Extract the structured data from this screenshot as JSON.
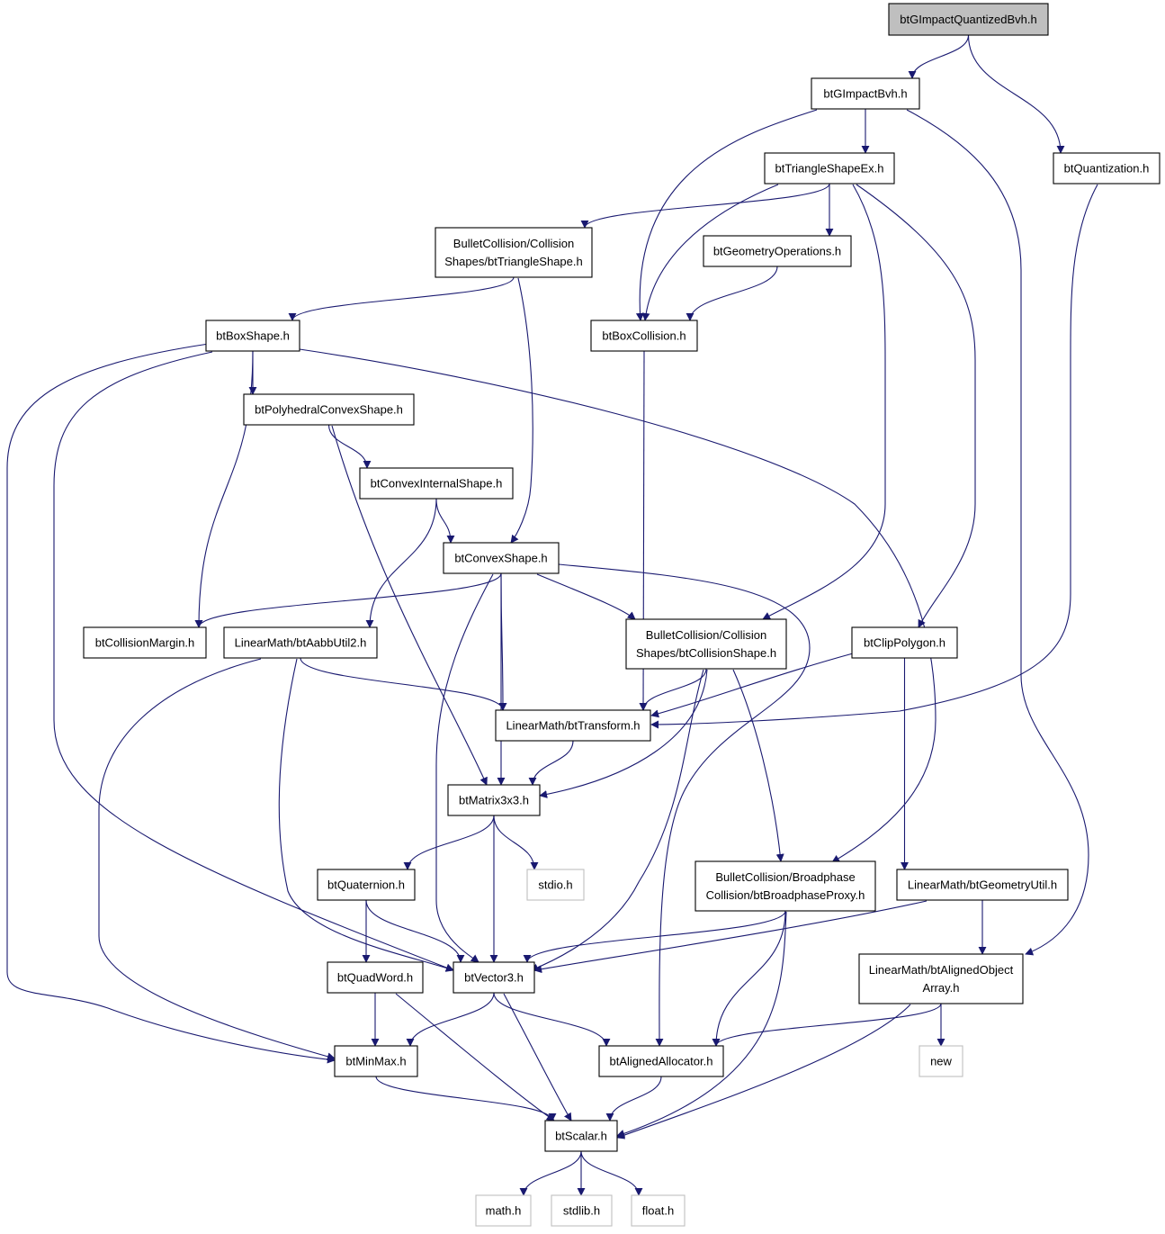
{
  "colors": {
    "edge": "#191970",
    "root_fill": "#bfbfbf",
    "node_border": "#000000",
    "external_border": "#bfbfbf"
  },
  "nodes": [
    {
      "id": "root",
      "lines": [
        "btGImpactQuantizedBvh.h"
      ],
      "kind": "root"
    },
    {
      "id": "gimpactbvh",
      "lines": [
        "btGImpactBvh.h"
      ],
      "kind": "normal"
    },
    {
      "id": "quantization",
      "lines": [
        "btQuantization.h"
      ],
      "kind": "normal"
    },
    {
      "id": "triangleshapeex",
      "lines": [
        "btTriangleShapeEx.h"
      ],
      "kind": "normal"
    },
    {
      "id": "bc_triangleshape",
      "lines": [
        "BulletCollision/Collision",
        "Shapes/btTriangleShape.h"
      ],
      "kind": "normal"
    },
    {
      "id": "geometryops",
      "lines": [
        "btGeometryOperations.h"
      ],
      "kind": "normal"
    },
    {
      "id": "boxshape",
      "lines": [
        "btBoxShape.h"
      ],
      "kind": "normal"
    },
    {
      "id": "boxcollision",
      "lines": [
        "btBoxCollision.h"
      ],
      "kind": "normal"
    },
    {
      "id": "polyhedral",
      "lines": [
        "btPolyhedralConvexShape.h"
      ],
      "kind": "normal"
    },
    {
      "id": "convexinternal",
      "lines": [
        "btConvexInternalShape.h"
      ],
      "kind": "normal"
    },
    {
      "id": "convexshape",
      "lines": [
        "btConvexShape.h"
      ],
      "kind": "normal"
    },
    {
      "id": "collisionmargin",
      "lines": [
        "btCollisionMargin.h"
      ],
      "kind": "normal"
    },
    {
      "id": "aabbutil",
      "lines": [
        "LinearMath/btAabbUtil2.h"
      ],
      "kind": "normal"
    },
    {
      "id": "bc_collisionshape",
      "lines": [
        "BulletCollision/Collision",
        "Shapes/btCollisionShape.h"
      ],
      "kind": "normal"
    },
    {
      "id": "clippolygon",
      "lines": [
        "btClipPolygon.h"
      ],
      "kind": "normal"
    },
    {
      "id": "transform",
      "lines": [
        "LinearMath/btTransform.h"
      ],
      "kind": "normal"
    },
    {
      "id": "matrix3x3",
      "lines": [
        "btMatrix3x3.h"
      ],
      "kind": "normal"
    },
    {
      "id": "quaternion",
      "lines": [
        "btQuaternion.h"
      ],
      "kind": "normal"
    },
    {
      "id": "stdio",
      "lines": [
        "stdio.h"
      ],
      "kind": "external"
    },
    {
      "id": "broadphaseproxy",
      "lines": [
        "BulletCollision/Broadphase",
        "Collision/btBroadphaseProxy.h"
      ],
      "kind": "normal"
    },
    {
      "id": "geometryutil",
      "lines": [
        "LinearMath/btGeometryUtil.h"
      ],
      "kind": "normal"
    },
    {
      "id": "quadword",
      "lines": [
        "btQuadWord.h"
      ],
      "kind": "normal"
    },
    {
      "id": "vector3",
      "lines": [
        "btVector3.h"
      ],
      "kind": "normal"
    },
    {
      "id": "alignedobjarray",
      "lines": [
        "LinearMath/btAlignedObject",
        "Array.h"
      ],
      "kind": "normal"
    },
    {
      "id": "minmax",
      "lines": [
        "btMinMax.h"
      ],
      "kind": "normal"
    },
    {
      "id": "alignedalloc",
      "lines": [
        "btAlignedAllocator.h"
      ],
      "kind": "normal"
    },
    {
      "id": "new",
      "lines": [
        "new"
      ],
      "kind": "external"
    },
    {
      "id": "scalar",
      "lines": [
        "btScalar.h"
      ],
      "kind": "normal"
    },
    {
      "id": "math",
      "lines": [
        "math.h"
      ],
      "kind": "external"
    },
    {
      "id": "stdlib",
      "lines": [
        "stdlib.h"
      ],
      "kind": "external"
    },
    {
      "id": "float",
      "lines": [
        "float.h"
      ],
      "kind": "external"
    }
  ],
  "edges": [
    [
      "root",
      "gimpactbvh"
    ],
    [
      "root",
      "quantization"
    ],
    [
      "gimpactbvh",
      "triangleshapeex"
    ],
    [
      "gimpactbvh",
      "boxcollision"
    ],
    [
      "gimpactbvh",
      "alignedobjarray"
    ],
    [
      "quantization",
      "transform"
    ],
    [
      "triangleshapeex",
      "bc_triangleshape"
    ],
    [
      "triangleshapeex",
      "geometryops"
    ],
    [
      "triangleshapeex",
      "boxcollision"
    ],
    [
      "triangleshapeex",
      "bc_collisionshape"
    ],
    [
      "triangleshapeex",
      "clippolygon"
    ],
    [
      "geometryops",
      "boxcollision"
    ],
    [
      "bc_triangleshape",
      "boxshape"
    ],
    [
      "bc_triangleshape",
      "convexshape"
    ],
    [
      "boxshape",
      "polyhedral"
    ],
    [
      "boxshape",
      "collisionmargin"
    ],
    [
      "boxshape",
      "vector3"
    ],
    [
      "boxshape",
      "minmax"
    ],
    [
      "boxshape",
      "broadphaseproxy"
    ],
    [
      "boxcollision",
      "transform"
    ],
    [
      "polyhedral",
      "convexinternal"
    ],
    [
      "polyhedral",
      "matrix3x3"
    ],
    [
      "convexinternal",
      "convexshape"
    ],
    [
      "convexinternal",
      "aabbutil"
    ],
    [
      "convexshape",
      "collisionmargin"
    ],
    [
      "convexshape",
      "bc_collisionshape"
    ],
    [
      "convexshape",
      "transform"
    ],
    [
      "convexshape",
      "matrix3x3"
    ],
    [
      "convexshape",
      "vector3"
    ],
    [
      "convexshape",
      "alignedalloc"
    ],
    [
      "aabbutil",
      "transform"
    ],
    [
      "aabbutil",
      "vector3"
    ],
    [
      "aabbutil",
      "minmax"
    ],
    [
      "bc_collisionshape",
      "transform"
    ],
    [
      "bc_collisionshape",
      "matrix3x3"
    ],
    [
      "bc_collisionshape",
      "vector3"
    ],
    [
      "bc_collisionshape",
      "broadphaseproxy"
    ],
    [
      "clippolygon",
      "transform"
    ],
    [
      "clippolygon",
      "geometryutil"
    ],
    [
      "transform",
      "matrix3x3"
    ],
    [
      "matrix3x3",
      "quaternion"
    ],
    [
      "matrix3x3",
      "stdio"
    ],
    [
      "matrix3x3",
      "vector3"
    ],
    [
      "quaternion",
      "quadword"
    ],
    [
      "quaternion",
      "vector3"
    ],
    [
      "broadphaseproxy",
      "vector3"
    ],
    [
      "broadphaseproxy",
      "alignedalloc"
    ],
    [
      "broadphaseproxy",
      "scalar"
    ],
    [
      "geometryutil",
      "vector3"
    ],
    [
      "geometryutil",
      "alignedobjarray"
    ],
    [
      "quadword",
      "minmax"
    ],
    [
      "quadword",
      "scalar"
    ],
    [
      "vector3",
      "minmax"
    ],
    [
      "vector3",
      "alignedalloc"
    ],
    [
      "vector3",
      "scalar"
    ],
    [
      "alignedobjarray",
      "alignedalloc"
    ],
    [
      "alignedobjarray",
      "new"
    ],
    [
      "alignedobjarray",
      "scalar"
    ],
    [
      "minmax",
      "scalar"
    ],
    [
      "alignedalloc",
      "scalar"
    ],
    [
      "scalar",
      "math"
    ],
    [
      "scalar",
      "stdlib"
    ],
    [
      "scalar",
      "float"
    ]
  ]
}
